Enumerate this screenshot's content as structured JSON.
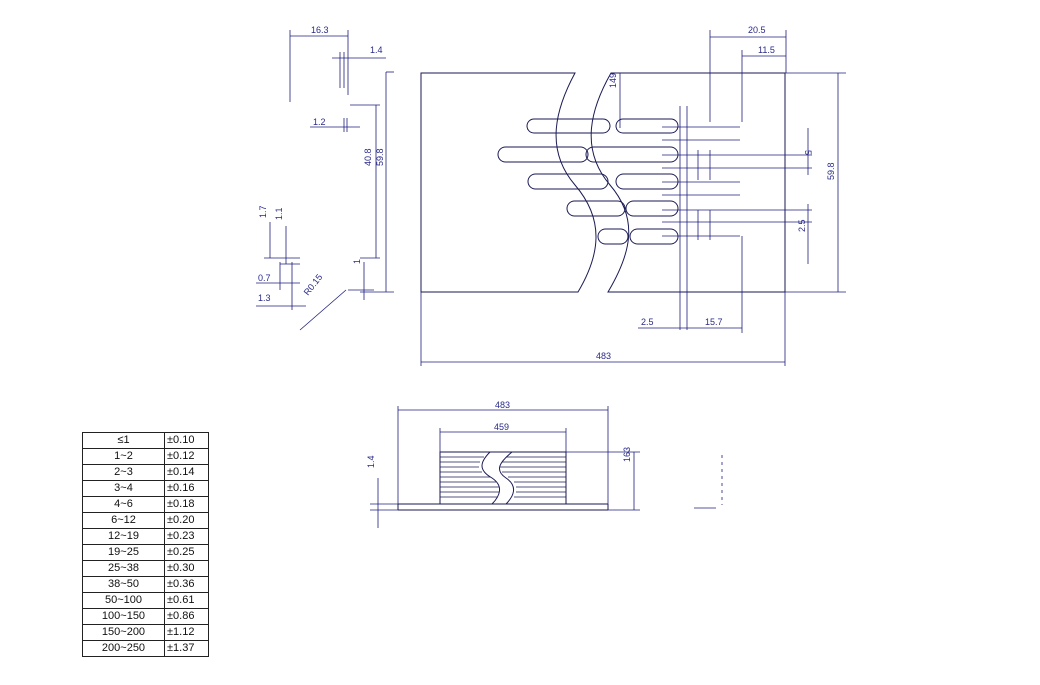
{
  "top_left_dims": {
    "d_16_3": "16.3",
    "d_1_4": "1.4",
    "d_1_2": "1.2",
    "d_40_8": "40.8",
    "d_59_8": "59.8",
    "d_1_7": "1.7",
    "d_1_1": "1.1",
    "d_0_7": "0.7",
    "d_1_3": "1.3",
    "d_r0_15": "R0.15",
    "d_1": "1"
  },
  "main_view_dims": {
    "d_149": "149",
    "d_20_5": "20.5",
    "d_11_5": "11.5",
    "d_5": "5",
    "d_59_8_right": "59.8",
    "d_2_5_right": "2.5",
    "d_2_5_bottom": "2.5",
    "d_15_7": "15.7",
    "d_483": "483"
  },
  "bottom_view_dims": {
    "d_483": "483",
    "d_459": "459",
    "d_1_4": "1.4",
    "d_163": "163"
  },
  "tolerance_table": [
    {
      "range": "≤1",
      "tol": "±0.10"
    },
    {
      "range": "1~2",
      "tol": "±0.12"
    },
    {
      "range": "2~3",
      "tol": "±0.14"
    },
    {
      "range": "3~4",
      "tol": "±0.16"
    },
    {
      "range": "4~6",
      "tol": "±0.18"
    },
    {
      "range": "6~12",
      "tol": "±0.20"
    },
    {
      "range": "12~19",
      "tol": "±0.23"
    },
    {
      "range": "19~25",
      "tol": "±0.25"
    },
    {
      "range": "25~38",
      "tol": "±0.30"
    },
    {
      "range": "38~50",
      "tol": "±0.36"
    },
    {
      "range": "50~100",
      "tol": "±0.61"
    },
    {
      "range": "100~150",
      "tol": "±0.86"
    },
    {
      "range": "150~200",
      "tol": "±1.12"
    },
    {
      "range": "200~250",
      "tol": "±1.37"
    }
  ]
}
